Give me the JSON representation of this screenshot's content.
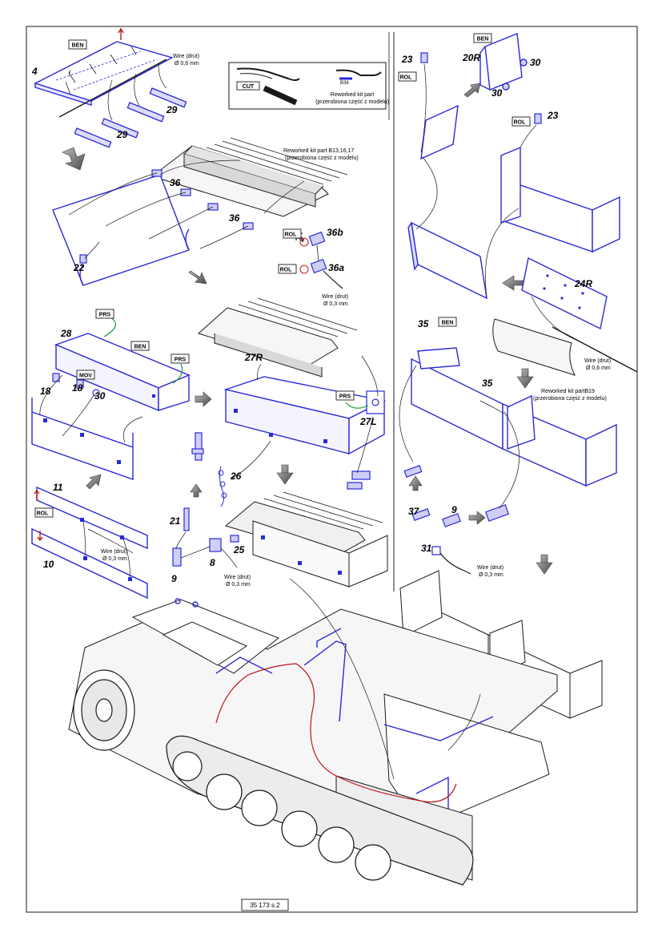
{
  "footer": {
    "sheet_code": "35 173 s.2"
  },
  "tags": {
    "ben": "BEN",
    "rol": "ROL",
    "prs": "PRS",
    "mov": "MOV",
    "cut": "CUT"
  },
  "legend": {
    "cut_tag": "CUT",
    "part_ref": "B36",
    "line1": "Reworked kit part",
    "line2": "(przerobiona część z modelu)"
  },
  "notes": {
    "wire_06": "Wire (drut)",
    "wire_06_size": "Ø 0,6 mm",
    "wire_03": "Wire (drut)",
    "wire_03_size": "Ø 0,3 mm",
    "rework_b13_1": "Reworked kit part B13,16,17",
    "rework_b13_2": "(przerobiona część z modelu)",
    "rework_b19_1": "Reworked kit partB19",
    "rework_b19_2": "(przerobiona część z modelu)"
  },
  "parts": {
    "p4": "4",
    "p29a": "29",
    "p29b": "29",
    "p36a_lbl": "36",
    "p36b_lbl": "36",
    "p22": "22",
    "p36b": "36b",
    "p36a": "36a",
    "p28": "28",
    "p18a": "18",
    "p18b": "18",
    "p30": "30",
    "p27R": "27R",
    "p27L": "27L",
    "p26": "26",
    "p11": "11",
    "p10": "10",
    "p21": "21",
    "p9": "9",
    "p8": "8",
    "p25": "25",
    "p23a": "23",
    "p20R": "20R",
    "p30b": "30",
    "p30c": "30",
    "p23b": "23",
    "p24R": "24R",
    "p35a": "35",
    "p35b": "35",
    "p37": "37",
    "p9b": "9",
    "p31": "31"
  },
  "colors": {
    "photoetch": "#2a2ad8",
    "wire": "#c0151b",
    "ink": "#1a1a1a",
    "arrow": "#7a7a7a"
  }
}
